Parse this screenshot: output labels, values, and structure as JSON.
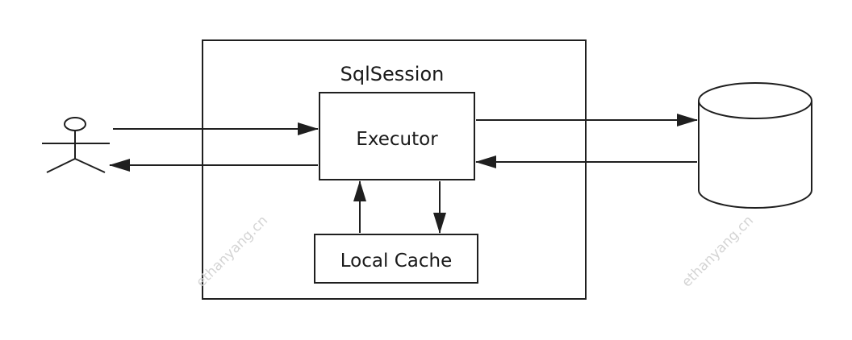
{
  "diagram": {
    "container_label": "SqlSession",
    "executor_label": "Executor",
    "cache_label": "Local Cache",
    "watermark_left": "ethanyang.cn",
    "watermark_right": "ethanyang.cn"
  },
  "colors": {
    "stroke": "#1f1f1f",
    "text": "#1a1a1a",
    "watermark": "#d4d4d4",
    "background": "#ffffff"
  },
  "icons": {
    "user": "stick-figure-actor-icon",
    "database": "database-cylinder-icon"
  }
}
